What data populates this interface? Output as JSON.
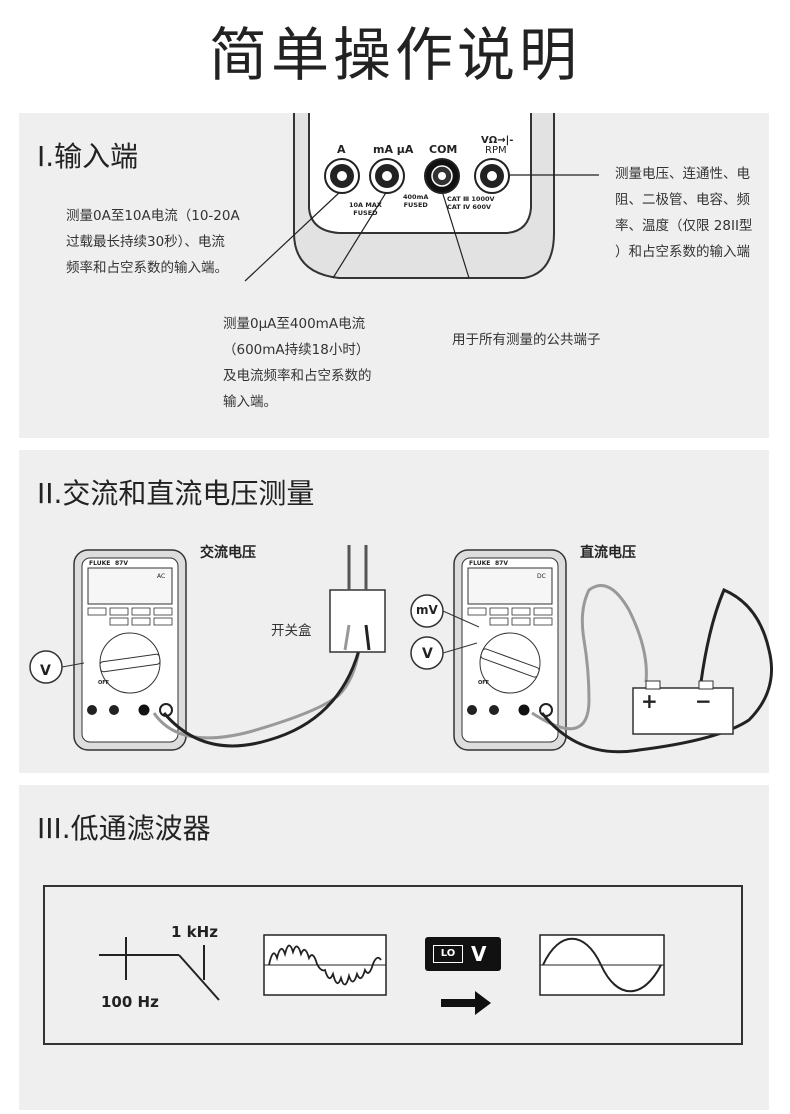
{
  "page_title": "简单操作说明",
  "section1": {
    "title": "I.输入端",
    "jacks": {
      "a": "A",
      "ma": "mA μA",
      "com": "COM",
      "v": "VΩ→|-",
      "rpm": "RPM",
      "fuse10a_1": "10A MAX",
      "fuse10a_2": "FUSED",
      "fuse400_1": "400mA",
      "fuse400_2": "FUSED",
      "cat1": "CAT Ⅲ 1000V",
      "cat2": "CAT Ⅳ 600V"
    },
    "note_a": [
      "测量0A至10A电流（10-20A",
      "过载最长持续30秒）、电流",
      "频率和占空系数的输入端。"
    ],
    "note_ma": [
      "测量0μA至400mA电流",
      "（600mA持续18小时）",
      "及电流频率和占空系数的",
      "输入端。"
    ],
    "note_com": "用于所有测量的公共端子",
    "note_v": [
      "测量电压、连通性、电",
      "阻、二极管、电容、频",
      "率、温度（仅限 28II型",
      "）和占空系数的输入端"
    ]
  },
  "section2": {
    "title": "II.交流和直流电压测量",
    "ac_label": "交流电压",
    "dc_label": "直流电压",
    "switch_box": "开关盒",
    "ac_symbol": "V",
    "dc_symbol_mv": "mV",
    "dc_symbol_v": "V",
    "meter_brand": "FLUKE",
    "meter_model": "87V",
    "ac_display": "AC",
    "dc_display": "DC",
    "off_label": "OFF",
    "plus": "+",
    "minus": "−"
  },
  "section3": {
    "title": "III.低通滤波器",
    "freq_cut": "1 kHz",
    "freq_low": "100 Hz",
    "lo_badge": "LO",
    "v_badge": "V"
  }
}
